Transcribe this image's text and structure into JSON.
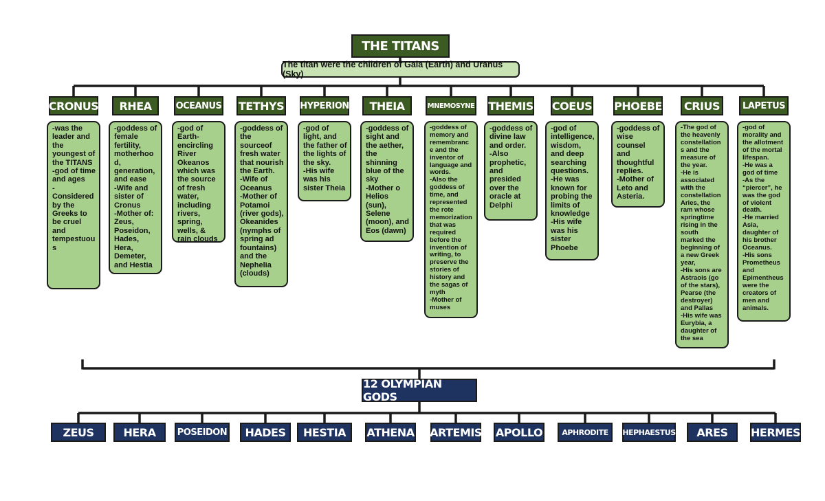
{
  "diagram": {
    "title": "THE TITANS",
    "subtitle": "The titan were the children of Gaia (Earth) and Uranus (Sky)",
    "titans": [
      {
        "name": "CRONUS",
        "desc": "-was the\nleader and\nthe\nyoungest of\nthe TITANS\n-god of time\nand ages\n-\nConsidered\nby the\nGreeks to\nbe cruel\nand\ntempestuou\ns"
      },
      {
        "name": "RHEA",
        "desc": "-goddess of\nfemale\nfertility,\nmotherhoo\nd,\ngeneration,\nand ease\n-Wife and\nsister of\nCronus\n-Mother of:\nZeus,\nPoseidon,\nHades,\nHera,\nDemeter,\nand Hestia"
      },
      {
        "name": "OCEANUS",
        "desc": "-god of\nEarth-\nencircling\nRiver\nOkeanos\nwhich was\nthe source\nof fresh\nwater,\nincluding\nrivers,\nspring,\nwells, &\nrain clouds"
      },
      {
        "name": "TETHYS",
        "desc": "-goddess of\nthe\nsourceof\nfresh water\nthat nourish\nthe Earth.\n-Wife of\nOceanus\n-Mother of\nPotamoi\n(river gods),\nOkeanides\n(nymphs of\nspring ad\nfountains)\nand the\nNephelia\n(clouds)"
      },
      {
        "name": "HYPERION",
        "desc": "-god of\nlight, and\nthe father of\nthe lights of\nthe sky.\n-His wife\nwas his\nsister Theia"
      },
      {
        "name": "THEIA",
        "desc": "-goddess of\nsight and\nthe aether,\nthe\nshinning\nblue of the\nsky\n-Mother o\nHelios\n(sun),\nSelene\n(moon), and\nEos (dawn)"
      },
      {
        "name": "MNEMOSYNE",
        "desc": "-goddess of\nmemory and\nremembranc\ne and the\ninventor of\nlanguage and\nwords.\n-Also the\ngoddess of\ntime, and\nrepresented\nthe rote\nmemorization\nthat was\nrequired\nbefore the\ninvention of\nwriting, to\npreserve the\nstories of\nhistory and\nthe sagas of\nmyth\n-Mother of\nmuses"
      },
      {
        "name": "THEMIS",
        "desc": "-goddess of\ndivine law\nand order.\n-Also\nprophetic,\nand\npresided\nover the\noracle at\nDelphi"
      },
      {
        "name": "COEUS",
        "desc": "-god of\nintelligence,\nwisdom,\nand deep\nsearching\nquestions.\n-He was\nknown for\nprobing the\nlimits of\nknowledge\n-His wife\nwas his\nsister\nPhoebe"
      },
      {
        "name": "PHOEBE",
        "desc": "-goddess of\nwise\ncounsel\nand\nthoughtful\nreplies.\n-Mother of\nLeto and\nAsteria."
      },
      {
        "name": "CRIUS",
        "desc": "-The god of\nthe heavenly\nconstellation\ns and the\nmeasure of\nthe year.\n-He is\nassociated\nwith the\nconstellation\nAries, the\nram whose\nspringtime\nrising in the\nsouth\nmarked the\nbeginning of\na new Greek\nyear,\n-His sons are\nAstraois (go\nof the stars),\nPearse (the\ndestroyer)\nand Pallas\n-His wife was\nEurybia, a\ndaughter of\nthe sea"
      },
      {
        "name": "LAPETUS",
        "desc": "-god of\nmorality and\nthe allotment\nof the mortal\nlifespan.\n-He was a\ngod of time\n-As the\n“piercer”, he\nwas the god\nof violent\ndeath.\n-He married\nAsia,\ndaughter of\nhis brother\nOceanus.\n-His sons\nPrometheus\nand\nEpimentheus\nwere the\ncreators of\nmen and\nanimals."
      }
    ],
    "gods_title": "12 OLYMPIAN GODS",
    "gods": [
      "ZEUS",
      "HERA",
      "POSEIDON",
      "HADES",
      "HESTIA",
      "ATHENA",
      "ARTEMIS",
      "APOLLO",
      "APHRODITE",
      "HEPHAESTUS",
      "ARES",
      "HERMES"
    ],
    "colors": {
      "titan_header": "#3c5b22",
      "titan_desc": "#a8d08d",
      "subtitle_bg": "#c8e2b4",
      "god_header": "#1f3361",
      "line": "#1a1a1a"
    }
  }
}
